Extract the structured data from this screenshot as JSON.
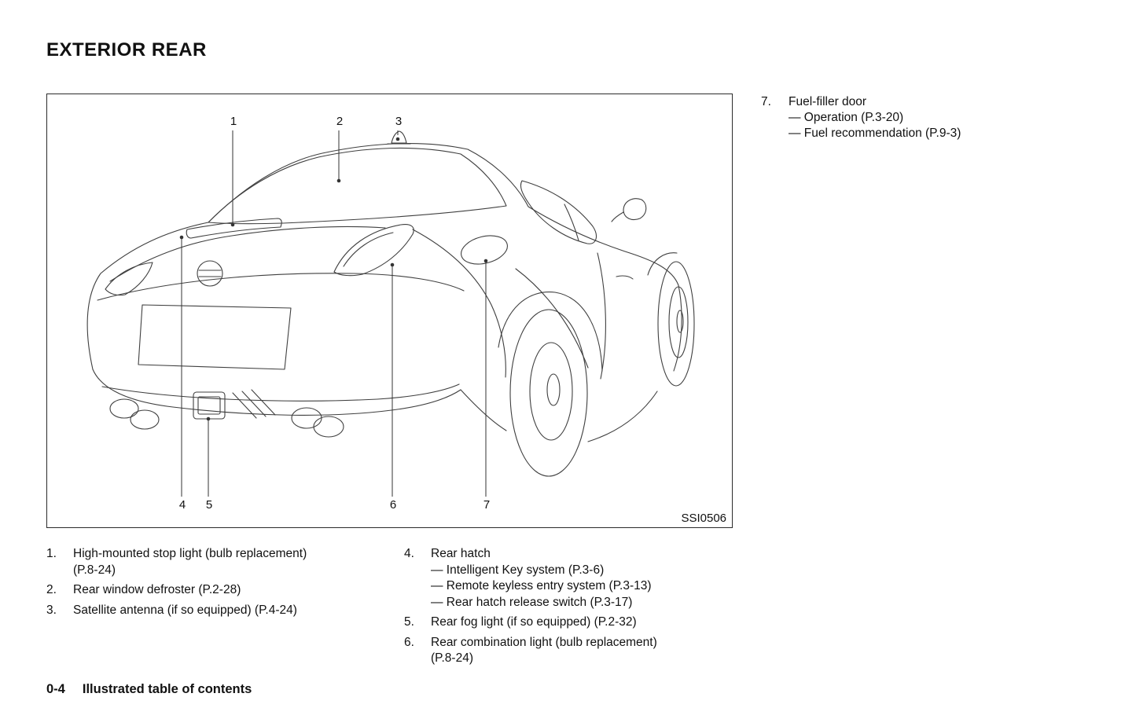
{
  "page": {
    "title": "EXTERIOR REAR",
    "footer_page": "0-4",
    "footer_section": "Illustrated table of contents"
  },
  "figure": {
    "code": "SSI0506",
    "callouts": [
      "1",
      "2",
      "3",
      "4",
      "5",
      "6",
      "7"
    ]
  },
  "sidenote": {
    "num": "7.",
    "lines": [
      "Fuel-filler door",
      "— Operation (P.3-20)",
      "— Fuel recommendation (P.9-3)"
    ]
  },
  "legend_left": [
    {
      "num": "1.",
      "lines": [
        "High-mounted stop light (bulb replacement)",
        "(P.8-24)"
      ]
    },
    {
      "num": "2.",
      "lines": [
        "Rear window defroster (P.2-28)"
      ]
    },
    {
      "num": "3.",
      "lines": [
        "Satellite antenna (if so equipped) (P.4-24)"
      ]
    }
  ],
  "legend_right": [
    {
      "num": "4.",
      "lines": [
        "Rear hatch",
        "— Intelligent Key system (P.3-6)",
        "— Remote keyless entry system (P.3-13)",
        "— Rear hatch release switch (P.3-17)"
      ]
    },
    {
      "num": "5.",
      "lines": [
        "Rear fog light (if so equipped) (P.2-32)"
      ]
    },
    {
      "num": "6.",
      "lines": [
        "Rear combination light (bulb replacement)",
        "(P.8-24)"
      ]
    }
  ]
}
